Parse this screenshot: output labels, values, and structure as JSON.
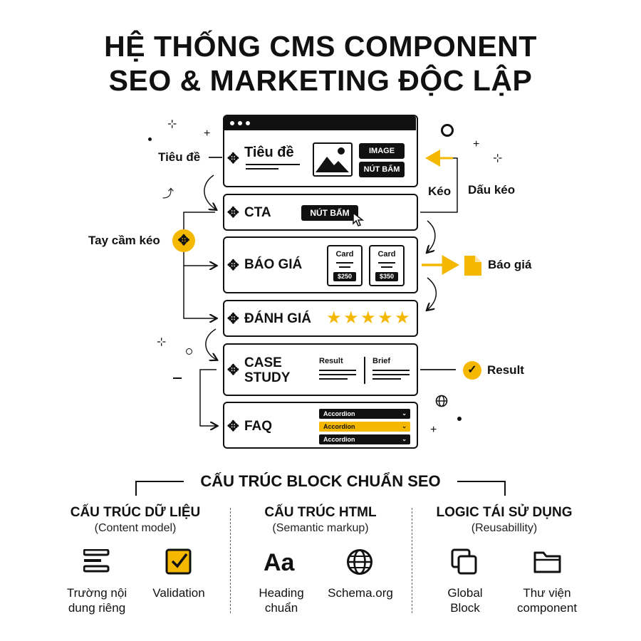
{
  "title": {
    "line1": "HỆ THỐNG CMS COMPONENT",
    "line2": "SEO & MARKETING ĐỘC LẬP"
  },
  "blocks": {
    "hero": {
      "label": "Tiêu đề",
      "image_btn": "IMAGE",
      "cta_btn": "NÚT BẤM"
    },
    "cta": {
      "label": "CTA",
      "button": "NÚT BẤM"
    },
    "pricing": {
      "label": "BÁO GIÁ",
      "cards": [
        {
          "title": "Card",
          "price": "$250"
        },
        {
          "title": "Card",
          "price": "$350"
        }
      ]
    },
    "review": {
      "label": "ĐÁNH GIÁ",
      "stars": 5
    },
    "case": {
      "label_line1": "CASE",
      "label_line2": "STUDY",
      "col1": "Result",
      "col2": "Brief"
    },
    "faq": {
      "label": "FAQ",
      "accordions": [
        {
          "label": "Accordion",
          "active": false
        },
        {
          "label": "Accordion",
          "active": true
        },
        {
          "label": "Accordion",
          "active": false
        }
      ]
    }
  },
  "annotations": {
    "title_note": "Tiêu đề",
    "drag_handle": "Tay cầm kéo",
    "drag": "Kéo",
    "drag_mark": "Dấu kéo",
    "pricing_file": "Báo giá",
    "result": "Result"
  },
  "section": {
    "heading": "CẤU TRÚC BLOCK CHUẨN SEO",
    "columns": [
      {
        "title": "CẤU TRÚC DỮ LIỆU",
        "subtitle": "(Content model)",
        "items": [
          {
            "icon": "list-icon",
            "label1": "Trường nội",
            "label2": "dung riêng"
          },
          {
            "icon": "checkbox-icon",
            "label1": "Validation",
            "label2": ""
          }
        ]
      },
      {
        "title": "CẤU TRÚC HTML",
        "subtitle": "(Semantic markup)",
        "items": [
          {
            "icon": "typography-icon",
            "glyph": "Aa",
            "label1": "Heading",
            "label2": "chuẩn"
          },
          {
            "icon": "globe-icon",
            "label1": "Schema.org",
            "label2": ""
          }
        ]
      },
      {
        "title": "LOGIC TÁI SỬ DỤNG",
        "subtitle": "(Reusabillity)",
        "items": [
          {
            "icon": "copy-icon",
            "label1": "Global",
            "label2": "Block"
          },
          {
            "icon": "folder-icon",
            "label1": "Thư viện",
            "label2": "component"
          }
        ]
      }
    ]
  },
  "colors": {
    "accent": "#f5b800",
    "ink": "#111111"
  }
}
